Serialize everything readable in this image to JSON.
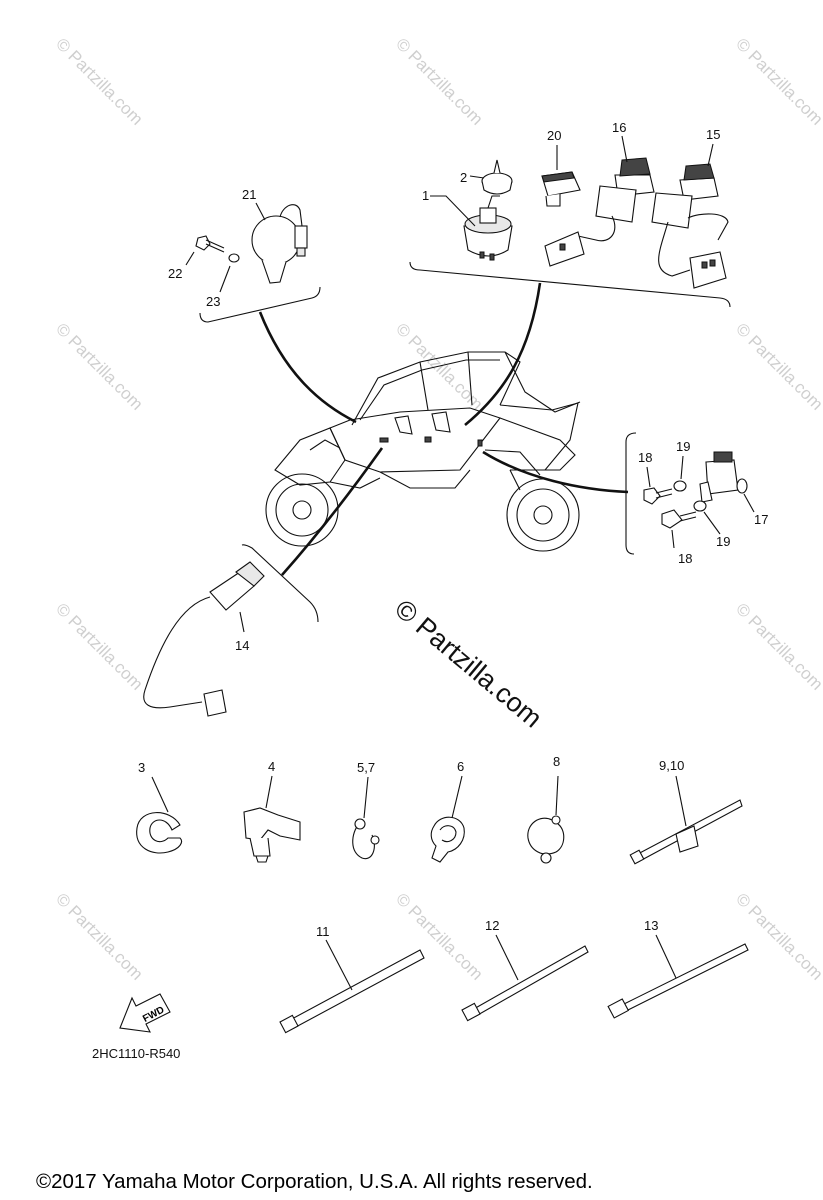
{
  "watermark": "© Partzilla.com",
  "center_watermark": "© Partzilla.com",
  "labels": {
    "p1": "1",
    "p2": "2",
    "p3": "3",
    "p4": "4",
    "p57": "5,7",
    "p6": "6",
    "p8": "8",
    "p910": "9,10",
    "p11": "11",
    "p12": "12",
    "p13": "13",
    "p14": "14",
    "p15": "15",
    "p16": "16",
    "p17": "17",
    "p18a": "18",
    "p18b": "18",
    "p19a": "19",
    "p19b": "19",
    "p20": "20",
    "p21": "21",
    "p22": "22",
    "p23": "23"
  },
  "fwd_label": "FWD",
  "diagram_code": "2HC1110-R540",
  "copyright": "©2017  Yamaha Motor Corporation, U.S.A. All rights reserved."
}
